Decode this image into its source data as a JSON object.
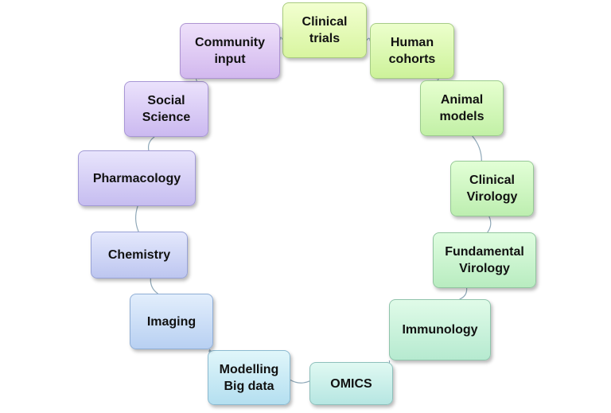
{
  "nodes": [
    {
      "id": "clinical-trials",
      "label": "Clinical\ntrials",
      "color_top": "#f2ffd0",
      "color_bottom": "#d8f5a0",
      "border": "#aacc80"
    },
    {
      "id": "human-cohorts",
      "label": "Human\ncohorts",
      "color_top": "#ecffcc",
      "color_bottom": "#cdf29a",
      "border": "#a6cc86"
    },
    {
      "id": "animal-models",
      "label": "Animal\nmodels",
      "color_top": "#e6ffcf",
      "color_bottom": "#c2f0a6",
      "border": "#9ccc8e"
    },
    {
      "id": "clinical-virology",
      "label": "Clinical\nVirology",
      "color_top": "#e2ffd6",
      "color_bottom": "#bdeeb0",
      "border": "#96c896"
    },
    {
      "id": "fundamental-virology",
      "label": "Fundamental\nVirology",
      "color_top": "#e0fde0",
      "color_bottom": "#b8ecc0",
      "border": "#92c6a0"
    },
    {
      "id": "immunology",
      "label": "Immunology",
      "color_top": "#e0fbe8",
      "color_bottom": "#b6ead0",
      "border": "#90c4ac"
    },
    {
      "id": "omics",
      "label": "OMICS",
      "color_top": "#e0f9f2",
      "color_bottom": "#b6e6e2",
      "border": "#8ec0bc"
    },
    {
      "id": "modelling-big-data",
      "label": "Modelling\nBig data",
      "color_top": "#e0f6fa",
      "color_bottom": "#b4dff0",
      "border": "#8cbad0"
    },
    {
      "id": "imaging",
      "label": "Imaging",
      "color_top": "#e2eefc",
      "color_bottom": "#b8d0f2",
      "border": "#8faed6"
    },
    {
      "id": "chemistry",
      "label": "Chemistry",
      "color_top": "#e4e8fc",
      "color_bottom": "#bdc6f0",
      "border": "#98a2d6"
    },
    {
      "id": "pharmacology",
      "label": "Pharmacology",
      "color_top": "#e8e4fc",
      "color_bottom": "#c6bdf0",
      "border": "#a29ad6"
    },
    {
      "id": "social-science",
      "label": "Social\nScience",
      "color_top": "#ebe2fc",
      "color_bottom": "#cbb9f0",
      "border": "#a896d6"
    },
    {
      "id": "community-input",
      "label": "Community\ninput",
      "color_top": "#eee0fa",
      "color_bottom": "#d2b8ee",
      "border": "#ae94d2"
    }
  ],
  "connector_color": "#8fa8b8"
}
